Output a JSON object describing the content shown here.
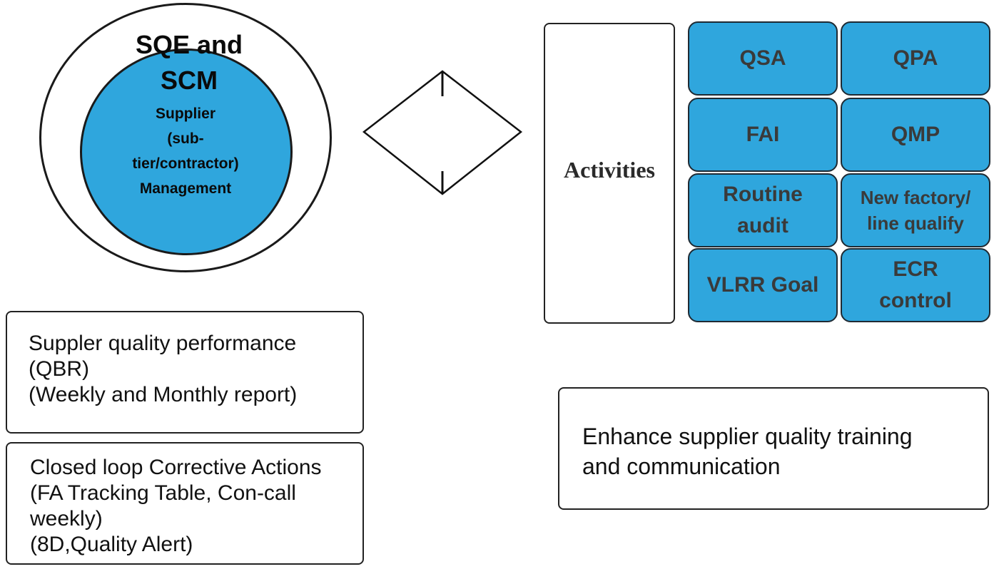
{
  "colors": {
    "tile_fill": "#2fa6dd",
    "inner_circle_fill": "#2fa6dd",
    "outline": "#1a1a1a"
  },
  "circle": {
    "title": "SQE and\nSCM",
    "subtitle": "Supplier\n(sub-\ntier/contractor)\nManagement"
  },
  "activities": {
    "label": "Activities",
    "tiles": [
      {
        "label": "QSA"
      },
      {
        "label": "QPA"
      },
      {
        "label": "FAI"
      },
      {
        "label": "QMP"
      },
      {
        "label": "Routine\naudit"
      },
      {
        "label": "New factory/\nline qualify"
      },
      {
        "label": "VLRR Goal"
      },
      {
        "label": "ECR\ncontrol"
      }
    ]
  },
  "boxes": {
    "performance": "Suppler quality performance\n(QBR)\n(Weekly and Monthly report)",
    "corrective": "Closed loop Corrective Actions\n(FA Tracking Table, Con-call\nweekly)\n(8D,Quality Alert)",
    "enhance": "Enhance supplier quality training\nand communication"
  }
}
